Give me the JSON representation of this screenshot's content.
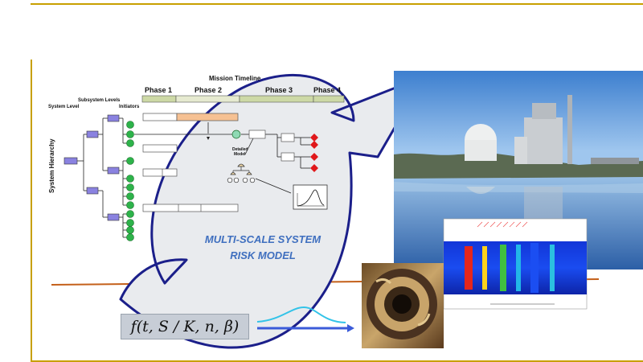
{
  "timeline": {
    "title": "Mission Timeline",
    "phases": [
      "Phase 1",
      "Phase 2",
      "Phase 3",
      "Phase 4"
    ]
  },
  "hierarchy": {
    "system_levels_label": "Subsystem Levels",
    "system_level_label": "System Level",
    "initiators_label": "Initiators",
    "axis_label": "System Hierarchy"
  },
  "detail": {
    "detailed_model_label": "Detailed\nModel"
  },
  "caption": {
    "line1": "MULTI-SCALE SYSTEM",
    "line2": "RISK MODEL"
  },
  "formula": "f(t, S / K, n, β)",
  "colors": {
    "frame_gold": "#c8a000",
    "arrow_outline": "#1b1f8a",
    "arrow_fill": "#e9ebee",
    "hierarchy_box": "#8a82e0",
    "initiator_circle": "#2db34a",
    "diamond_red": "#e0181b",
    "phase_bar": "#cdd9a6",
    "phase_highlight": "#f6c193",
    "caption_blue": "#3f6fbf",
    "orange_line": "#c4601a",
    "pdf_curve": "#33c3e8",
    "pdf_arrow": "#3b5bd9"
  },
  "icons": [
    "power-plant-photo",
    "stress-analysis-image",
    "corroded-pipe-photo",
    "pdf-curve-icon",
    "fault-tree-icon"
  ]
}
